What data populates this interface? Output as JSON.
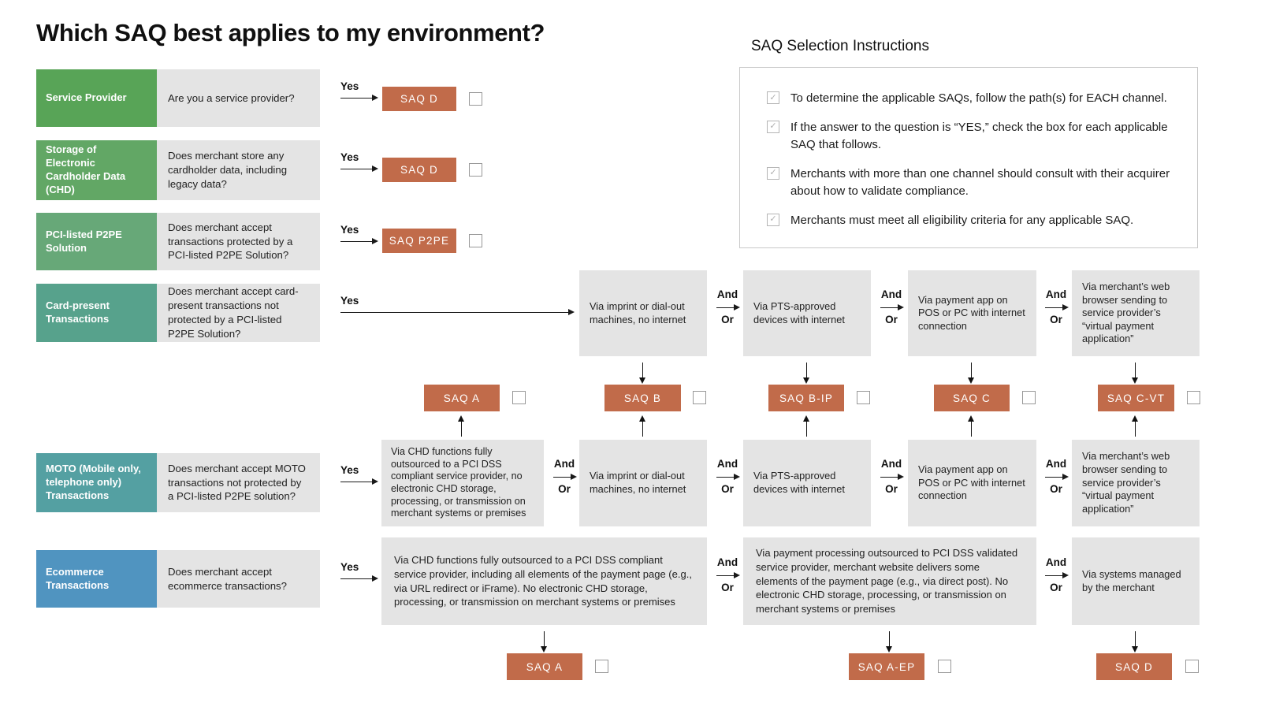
{
  "title": "Which SAQ best applies to my environment?",
  "labels": {
    "yes": "Yes",
    "and": "And",
    "or": "Or"
  },
  "instructions": {
    "title": "SAQ Selection Instructions",
    "items": [
      {
        "text": "To determine the applicable SAQs, follow the path(s) for EACH channel.",
        "checked": "true"
      },
      {
        "text": "If the answer to the question is “YES,” check the box for each applicable SAQ that follows.",
        "checked": "true"
      },
      {
        "text": "Merchants with more than one channel should consult with their acquirer about how to validate compliance.",
        "checked": "true"
      },
      {
        "text": "Merchants must meet all eligibility criteria for any applicable SAQ.",
        "checked": "true"
      }
    ]
  },
  "channels": [
    {
      "label": "Service Provider",
      "question": "Are you a service provider?",
      "saq": "SAQ D",
      "color": "#58a457"
    },
    {
      "label": "Storage of Electronic Cardholder Data (CHD)",
      "question": "Does merchant store any cardholder data, including legacy data?",
      "saq": "SAQ D",
      "color": "#62a765"
    },
    {
      "label": "PCI-listed P2PE Solution",
      "question": "Does merchant accept transactions protected by a PCI-listed P2PE Solution?",
      "saq": "SAQ P2PE",
      "color": "#67a878"
    },
    {
      "label": "Card-present Transactions",
      "question": "Does merchant accept card-present transactions not protected by a PCI-listed P2PE Solution?",
      "color": "#57a28c"
    },
    {
      "label": "MOTO (Mobile only, telephone only) Transactions",
      "question": "Does merchant accept MOTO transactions not protected by a PCI-listed P2PE solution?",
      "color": "#54a0a2"
    },
    {
      "label": "Ecommerce Transactions",
      "question": "Does merchant accept ecommerce transactions?",
      "color": "#5094c0"
    }
  ],
  "card_present_path": {
    "boxes": [
      "Via imprint or dial-out machines, no internet",
      "Via PTS-approved devices with internet",
      "Via payment app on POS or PC with internet connection",
      "Via merchant’s web browser sending to service provider’s “virtual payment application”"
    ]
  },
  "mid_saqs": [
    {
      "label": "SAQ A"
    },
    {
      "label": "SAQ B"
    },
    {
      "label": "SAQ B-IP"
    },
    {
      "label": "SAQ C"
    },
    {
      "label": "SAQ C-VT"
    }
  ],
  "moto_path": {
    "boxes": [
      "Via CHD functions fully outsourced to a PCI DSS compliant service provider, no electronic CHD storage, processing, or transmission on merchant systems or premises",
      "Via imprint or dial-out machines, no internet",
      "Via PTS-approved devices with internet",
      "Via payment app on POS or PC with internet connection",
      "Via merchant’s web browser sending to service provider’s “virtual payment application”"
    ]
  },
  "ecommerce_path": {
    "boxes": [
      "Via CHD functions fully outsourced to a PCI DSS compliant service provider, including all elements of the payment page (e.g., via URL redirect or iFrame). No electronic CHD storage, processing, or transmission on merchant systems or premises",
      "Via payment processing outsourced to PCI DSS validated service provider, merchant website delivers some elements of the payment page (e.g., via direct post). No electronic CHD storage, processing, or transmission on merchant systems or premises",
      "Via systems managed by the merchant"
    ]
  },
  "bottom_saqs": [
    {
      "label": "SAQ A"
    },
    {
      "label": "SAQ A-EP"
    },
    {
      "label": "SAQ D"
    }
  ],
  "colors": {
    "saq_chip": "#c16b4a",
    "flow_box": "#e4e4e4"
  }
}
